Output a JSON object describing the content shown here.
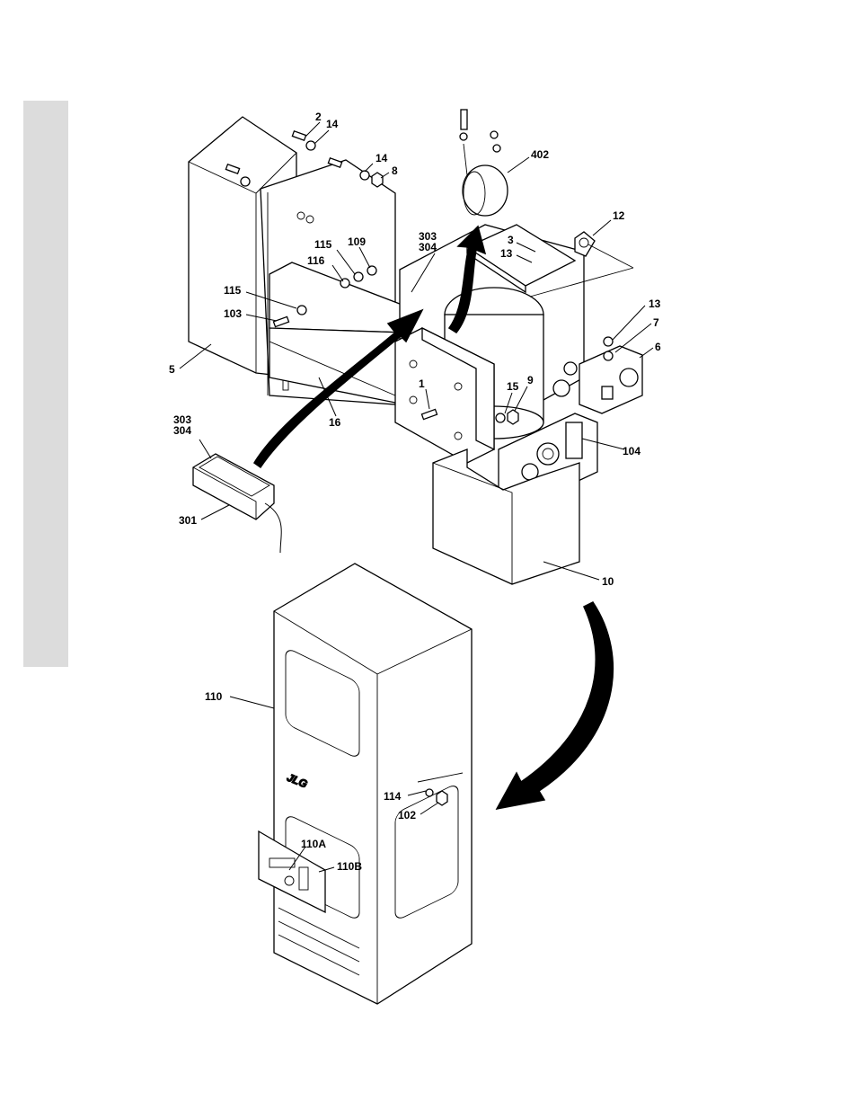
{
  "callouts": [
    {
      "id": "c2",
      "text": "2"
    },
    {
      "id": "c14a",
      "text": "14"
    },
    {
      "id": "c14b",
      "text": "14"
    },
    {
      "id": "c8",
      "text": "8"
    },
    {
      "id": "c402",
      "text": "402"
    },
    {
      "id": "c12",
      "text": "12"
    },
    {
      "id": "c115a",
      "text": "115"
    },
    {
      "id": "c109",
      "text": "109"
    },
    {
      "id": "c116",
      "text": "116"
    },
    {
      "id": "c303a",
      "text": "303"
    },
    {
      "id": "c304a",
      "text": "304"
    },
    {
      "id": "c3",
      "text": "3"
    },
    {
      "id": "c13a",
      "text": "13"
    },
    {
      "id": "c115b",
      "text": "115"
    },
    {
      "id": "c103",
      "text": "103"
    },
    {
      "id": "c13b",
      "text": "13"
    },
    {
      "id": "c7",
      "text": "7"
    },
    {
      "id": "c6",
      "text": "6"
    },
    {
      "id": "c5",
      "text": "5"
    },
    {
      "id": "c1",
      "text": "1"
    },
    {
      "id": "c15",
      "text": "15"
    },
    {
      "id": "c9",
      "text": "9"
    },
    {
      "id": "c16",
      "text": "16"
    },
    {
      "id": "c303b",
      "text": "303"
    },
    {
      "id": "c304b",
      "text": "304"
    },
    {
      "id": "c104",
      "text": "104"
    },
    {
      "id": "c301",
      "text": "301"
    },
    {
      "id": "c10",
      "text": "10"
    },
    {
      "id": "c110",
      "text": "110"
    },
    {
      "id": "c114",
      "text": "114"
    },
    {
      "id": "c102",
      "text": "102"
    },
    {
      "id": "c110A",
      "text": "110A"
    },
    {
      "id": "c110B",
      "text": "110B"
    }
  ],
  "logo_text": "JLG"
}
